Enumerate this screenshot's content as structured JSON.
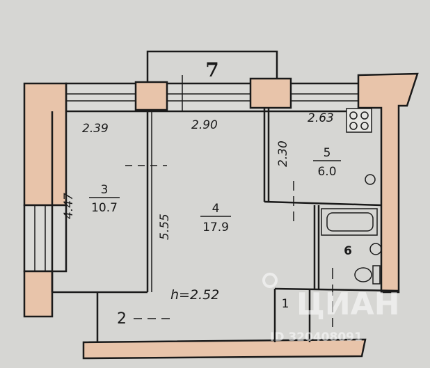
{
  "plan": {
    "balcony_label": "7",
    "room3": {
      "number": "3",
      "area": "10.7",
      "width": "2.39",
      "length": "4.47"
    },
    "room4": {
      "number": "4",
      "area": "17.9",
      "width": "2.90",
      "length": "5.55"
    },
    "room5": {
      "number": "5",
      "area": "6.0",
      "width": "2.63",
      "length": "2.30"
    },
    "room6": {
      "number": "6"
    },
    "room2": {
      "number": "2"
    },
    "room1": {
      "number": "1"
    },
    "ceiling_height": "h=2.52"
  },
  "watermark": {
    "brand": "ЦИАН",
    "id": "ID 320408091"
  },
  "colors": {
    "background": "#d6d6d3",
    "wall": "#e8c4aa",
    "line": "#1a1a1a"
  }
}
